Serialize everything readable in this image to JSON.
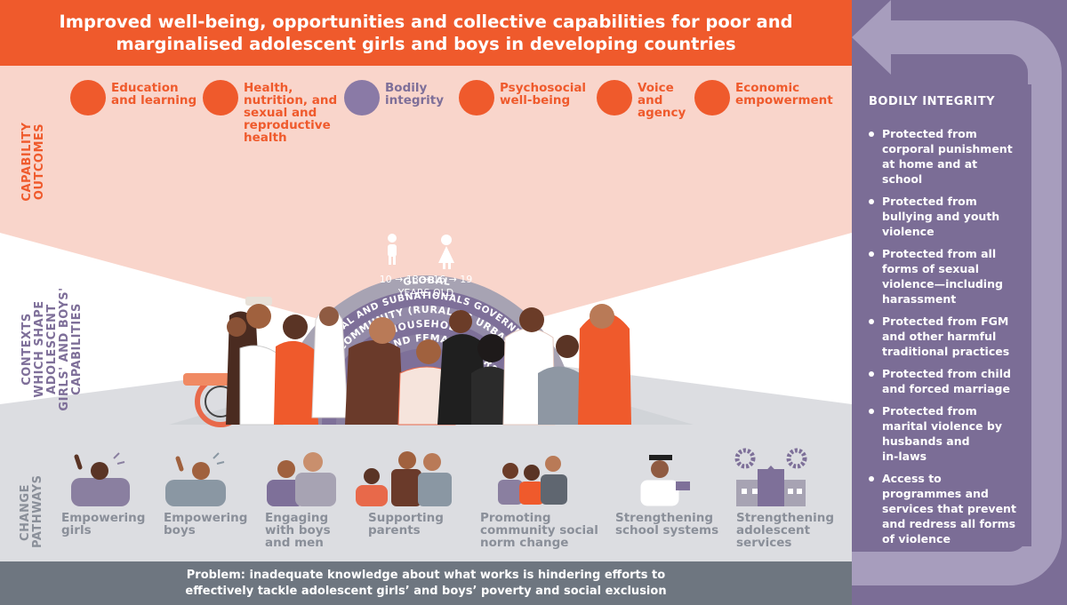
{
  "colors": {
    "orange": "#ef5a2c",
    "pink": "#f9d5cb",
    "grey": "#dcdde1",
    "slate": "#6e7680",
    "purple": "#7b6d96",
    "arc_purple": "#7e7099"
  },
  "header": {
    "title_lines": [
      "Improved well-being, opportunities and collective capabilities for poor and",
      "marginalised adolescent girls and boys in developing countries"
    ]
  },
  "side_labels": {
    "capability": [
      "CAPABILITY",
      "OUTCOMES"
    ],
    "contexts": [
      "CONTEXTS",
      "WHICH SHAPE",
      "ADOLESCENT",
      "GIRLS' AND BOYS'",
      "CAPABILITIES"
    ],
    "pathways": [
      "CHANGE",
      "PATHWAYS"
    ]
  },
  "outcomes": [
    {
      "icon": "book-heart-icon",
      "lines": [
        "Education",
        "and learning"
      ]
    },
    {
      "icon": "medical-cross-icon",
      "lines": [
        "Health,",
        "nutrition, and",
        "sexual and",
        "reproductive",
        "health"
      ]
    },
    {
      "icon": "handshake-icon",
      "lines": [
        "Bodily",
        "integrity"
      ]
    },
    {
      "icon": "head-mind-icon",
      "lines": [
        "Psychosocial",
        "well-being"
      ]
    },
    {
      "icon": "speech-bubble-icon",
      "lines": [
        "Voice",
        "and",
        "agency"
      ]
    },
    {
      "icon": "money-icon",
      "lines": [
        "Economic",
        "empowerment"
      ]
    }
  ],
  "contexts": {
    "rings": [
      "GLOBAL",
      "NATIONAL AND SUBNATIONALS GOVERNMENTS",
      "COMMUNITY (RURAL VS URBAN)",
      "HOUSEHOLD",
      "MALE AND FEMALE PEERS"
    ],
    "ages": "10 → 13 → 16 → 19",
    "ages_caption": "YEARS OLD"
  },
  "pathways": [
    {
      "icon": "empowering-girls-icon",
      "lines": [
        "Empowering",
        "girls"
      ]
    },
    {
      "icon": "empowering-boys-icon",
      "lines": [
        "Empowering",
        "boys"
      ]
    },
    {
      "icon": "boys-and-men-icon",
      "lines": [
        "Engaging",
        "with boys",
        "and men"
      ]
    },
    {
      "icon": "parents-icon",
      "lines": [
        "Supporting",
        "parents"
      ]
    },
    {
      "icon": "community-icon",
      "lines": [
        "Promoting",
        "community social",
        "norm change"
      ]
    },
    {
      "icon": "school-icon",
      "lines": [
        "Strengthening",
        "school systems"
      ]
    },
    {
      "icon": "services-building-icon",
      "lines": [
        "Strengthening",
        "adolescent",
        "services"
      ]
    }
  ],
  "problem": {
    "lines": [
      "Problem: inadequate knowledge about what works is hindering efforts to",
      "effectively tackle adolescent girls’ and boys’ poverty and social exclusion"
    ]
  },
  "panel": {
    "title": "BODILY INTEGRITY",
    "items": [
      [
        "Protected from",
        "corporal punishment",
        "at home and at",
        "school"
      ],
      [
        "Protected from",
        "bullying and youth",
        "violence"
      ],
      [
        "Protected from all",
        "forms of sexual",
        "violence—including",
        "harassment"
      ],
      [
        "Protected from FGM",
        "and other harmful",
        "traditional practices"
      ],
      [
        "Protected from child",
        "and forced marriage"
      ],
      [
        "Protected from",
        "marital violence by",
        "husbands and",
        "in-laws"
      ],
      [
        "Access to",
        "programmes and",
        "services that prevent",
        "and redress all forms",
        "of violence"
      ]
    ]
  }
}
